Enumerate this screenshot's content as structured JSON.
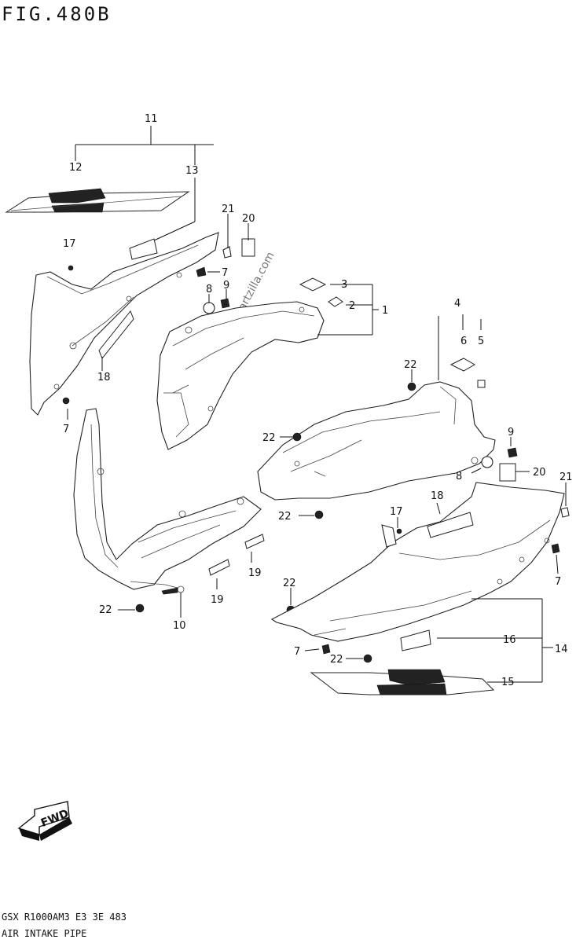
{
  "header": {
    "fig_title": "FIG.480B"
  },
  "footer": {
    "code": "GSX R1000AM3 E3 3E 483",
    "caption": "AIR INTAKE PIPE"
  },
  "watermark": {
    "text": "© partzilla.com"
  },
  "fwd_label": "FWD",
  "callouts": {
    "c1": "1",
    "c2": "2",
    "c3": "3",
    "c4": "4",
    "c5": "5",
    "c6": "6",
    "c7a": "7",
    "c7b": "7",
    "c7c": "7",
    "c7d": "7",
    "c8a": "8",
    "c8b": "8",
    "c9a": "9",
    "c9b": "9",
    "c10": "10",
    "c11": "11",
    "c12": "12",
    "c13": "13",
    "c14": "14",
    "c15": "15",
    "c16": "16",
    "c17a": "17",
    "c17b": "17",
    "c18a": "18",
    "c18b": "18",
    "c19a": "19",
    "c19b": "19",
    "c20a": "20",
    "c20b": "20",
    "c21a": "21",
    "c21b": "21",
    "c22a": "22",
    "c22b": "22",
    "c22c": "22",
    "c22d": "22",
    "c22e": "22",
    "c22f": "22"
  }
}
